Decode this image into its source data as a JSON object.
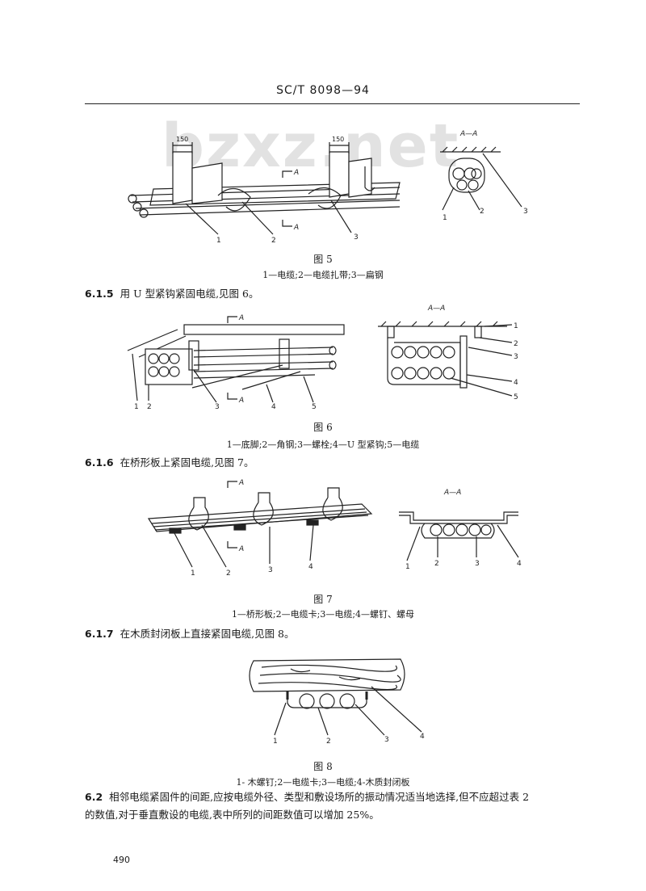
{
  "header": {
    "standard_no": "SC/T 8098—94"
  },
  "watermark": "bzxz.net",
  "fig5": {
    "title": "图 5",
    "legend": "1—电缆;2—电缆扎带;3—扁钢",
    "dim1": "150",
    "dim2": "150",
    "section_a": "A",
    "section_title": "A—A",
    "labels": [
      "1",
      "2",
      "3"
    ]
  },
  "s615": {
    "num": "6.1.5",
    "text": "用 U 型紧钩紧固电缆,见图 6。"
  },
  "fig6": {
    "title": "图 6",
    "legend": "1—底脚;2—角钢;3—螺栓;4—U 型紧钩;5—电缆",
    "section_a": "A",
    "section_title": "A—A",
    "labels": [
      "1",
      "2",
      "3",
      "4",
      "5"
    ]
  },
  "s616": {
    "num": "6.1.6",
    "text": "在桥形板上紧固电缆,见图 7。"
  },
  "fig7": {
    "title": "图 7",
    "legend": "1—桥形板;2—电缆卡;3—电缆;4—螺钉、螺母",
    "section_a": "A",
    "section_title": "A—A",
    "labels": [
      "1",
      "2",
      "3",
      "4"
    ]
  },
  "s617": {
    "num": "6.1.7",
    "text": "在木质封闭板上直接紧固电缆,见图 8。"
  },
  "fig8": {
    "title": "图 8",
    "legend": "1- 木螺钉;2—电缆卡;3—电缆;4-木质封闭板",
    "labels": [
      "1",
      "2",
      "3",
      "4"
    ]
  },
  "s62": {
    "num": "6.2",
    "line1": "相邻电缆紧固件的间距,应按电缆外径、类型和敷设场所的振动情况适当地选择,但不应超过表 2",
    "line2": "的数值,对于垂直敷设的电缆,表中所列的间距数值可以增加 25%。"
  },
  "page_number": "490"
}
